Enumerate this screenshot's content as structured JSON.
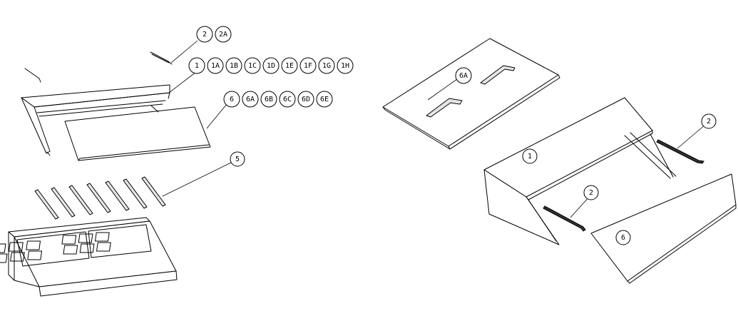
{
  "callouts": {
    "group_2": [
      "2",
      "2A"
    ],
    "group_1": [
      "1",
      "1A",
      "1B",
      "1C",
      "1D",
      "1E",
      "1F",
      "1G",
      "1H"
    ],
    "group_6": [
      "6",
      "6A",
      "6B",
      "6C",
      "6D",
      "6E"
    ],
    "group_5": [
      "5"
    ],
    "right_6A": [
      "6A"
    ],
    "right_1": [
      "1"
    ],
    "right_2_top": [
      "2"
    ],
    "right_2_mid": [
      "2"
    ],
    "right_6": [
      "6"
    ]
  }
}
